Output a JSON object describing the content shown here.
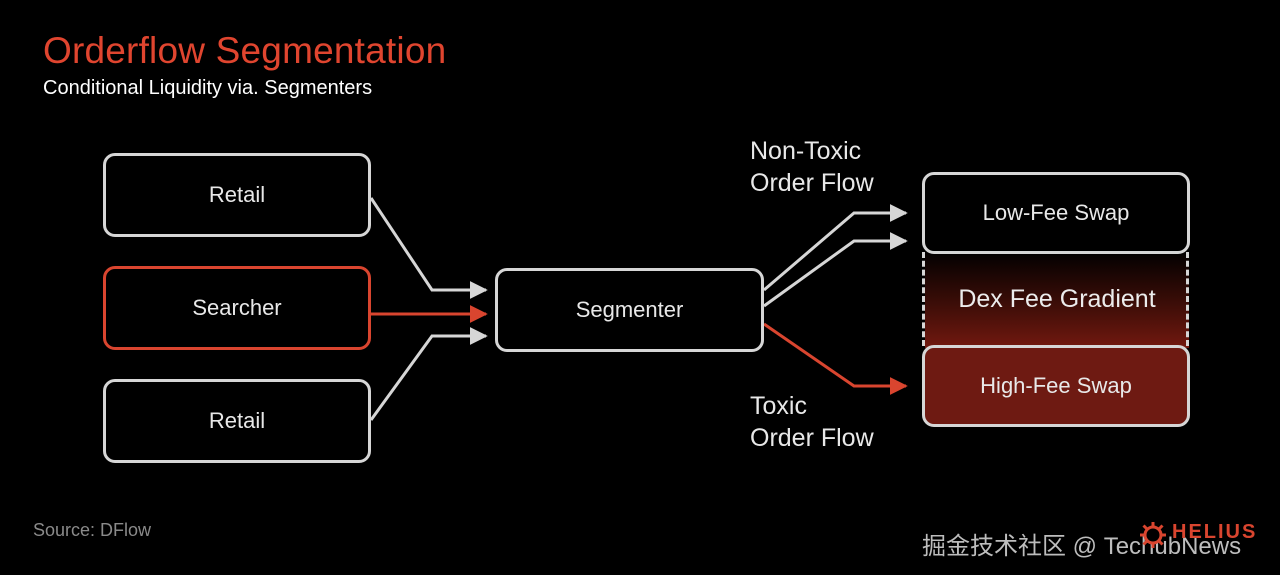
{
  "header": {
    "title": "Orderflow Segmentation",
    "subtitle": "Conditional Liquidity via. Segmenters"
  },
  "sources": [
    {
      "label": "Retail",
      "toxic": false
    },
    {
      "label": "Searcher",
      "toxic": true
    },
    {
      "label": "Retail",
      "toxic": false
    }
  ],
  "segmenter": {
    "label": "Segmenter"
  },
  "flows": {
    "non_toxic_label": "Non-Toxic Order Flow",
    "non_toxic_line1": "Non-Toxic",
    "non_toxic_line2": "Order Flow",
    "toxic_line1": "Toxic",
    "toxic_line2": "Order Flow"
  },
  "destinations": {
    "low_fee": "Low-Fee Swap",
    "gradient": "Dex Fee Gradient",
    "high_fee": "High-Fee Swap"
  },
  "footer": {
    "source": "Source: DFlow",
    "watermark": "掘金技术社区 @ TechubNews",
    "logo": "HELIUS"
  },
  "colors": {
    "accent": "#d9452f",
    "line": "#d6d6d6",
    "high_fee_fill": "#6e1a12",
    "background": "#000000"
  },
  "icons": {
    "logo": "helius-gear-icon"
  }
}
